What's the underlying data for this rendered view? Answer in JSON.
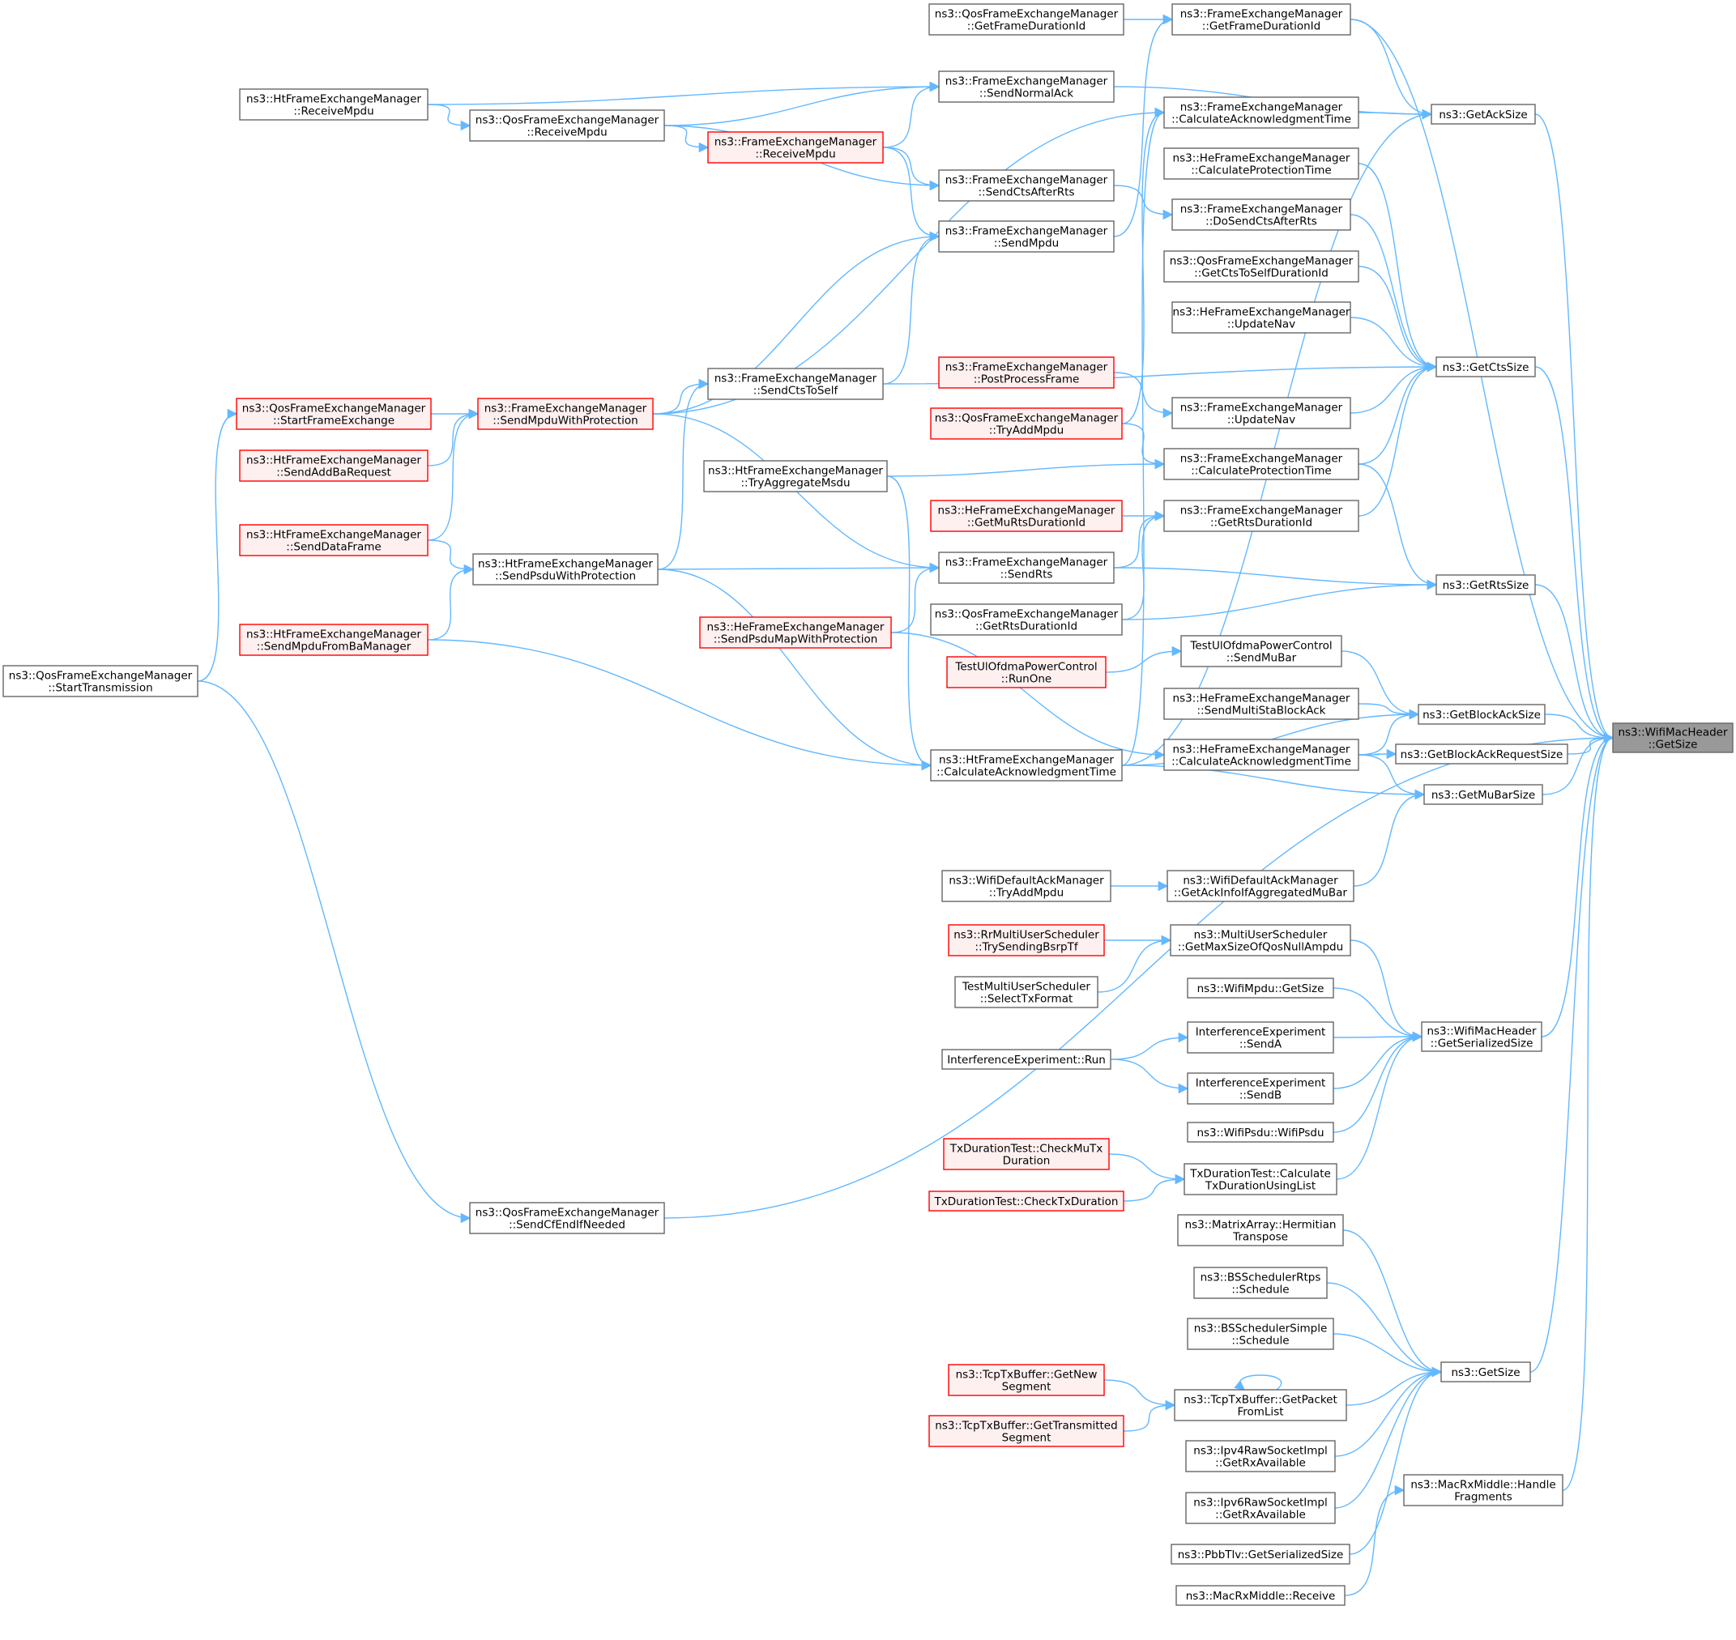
{
  "diagram": {
    "title": "",
    "colors": {
      "edge": "#63b8ff",
      "node_border": "#666666",
      "highlight_border": "#ff0000",
      "highlight_fill": "#fff0f0",
      "root_fill": "#999999"
    },
    "nodes": [
      {
        "id": "root",
        "lines": [
          "ns3::WifiMacHeader",
          "::GetSize"
        ],
        "style": "root"
      },
      {
        "id": "getAckSize",
        "lines": [
          "ns3::GetAckSize"
        ],
        "style": "normal"
      },
      {
        "id": "getCtsSize",
        "lines": [
          "ns3::GetCtsSize"
        ],
        "style": "normal"
      },
      {
        "id": "getRtsSize",
        "lines": [
          "ns3::GetRtsSize"
        ],
        "style": "normal"
      },
      {
        "id": "getBlockAckSize",
        "lines": [
          "ns3::GetBlockAckSize"
        ],
        "style": "normal"
      },
      {
        "id": "getBlockAckRequestSize",
        "lines": [
          "ns3::GetBlockAckRequestSize"
        ],
        "style": "normal"
      },
      {
        "id": "getMuBarSize",
        "lines": [
          "ns3::GetMuBarSize"
        ],
        "style": "normal"
      },
      {
        "id": "wmhSerializedSize",
        "lines": [
          "ns3::WifiMacHeader",
          "::GetSerializedSize"
        ],
        "style": "normal"
      },
      {
        "id": "getSize",
        "lines": [
          "ns3::GetSize"
        ],
        "style": "normal"
      },
      {
        "id": "macRxHandle",
        "lines": [
          "ns3::MacRxMiddle::Handle",
          "Fragments"
        ],
        "style": "normal"
      },
      {
        "id": "fem_getFrameDurationId",
        "lines": [
          "ns3::FrameExchangeManager",
          "::GetFrameDurationId"
        ],
        "style": "normal"
      },
      {
        "id": "qfem_getFrameDurationId",
        "lines": [
          "ns3::QosFrameExchangeManager",
          "::GetFrameDurationId"
        ],
        "style": "normal"
      },
      {
        "id": "fem_calcAck",
        "lines": [
          "ns3::FrameExchangeManager",
          "::CalculateAcknowledgmentTime"
        ],
        "style": "normal"
      },
      {
        "id": "hefem_calcProt",
        "lines": [
          "ns3::HeFrameExchangeManager",
          "::CalculateProtectionTime"
        ],
        "style": "normal"
      },
      {
        "id": "fem_doSendCts",
        "lines": [
          "ns3::FrameExchangeManager",
          "::DoSendCtsAfterRts"
        ],
        "style": "normal"
      },
      {
        "id": "qfem_getCtsToSelf",
        "lines": [
          "ns3::QosFrameExchangeManager",
          "::GetCtsToSelfDurationId"
        ],
        "style": "normal"
      },
      {
        "id": "hefem_updateNav",
        "lines": [
          "ns3::HeFrameExchangeManager",
          "::UpdateNav"
        ],
        "style": "normal"
      },
      {
        "id": "fem_updateNav",
        "lines": [
          "ns3::FrameExchangeManager",
          "::UpdateNav"
        ],
        "style": "normal"
      },
      {
        "id": "fem_calcProt",
        "lines": [
          "ns3::FrameExchangeManager",
          "::CalculateProtectionTime"
        ],
        "style": "normal"
      },
      {
        "id": "fem_getRtsDur",
        "lines": [
          "ns3::FrameExchangeManager",
          "::GetRtsDurationId"
        ],
        "style": "normal"
      },
      {
        "id": "tul_sendMuBar",
        "lines": [
          "TestUlOfdmaPowerControl",
          "::SendMuBar"
        ],
        "style": "normal"
      },
      {
        "id": "hefem_sendMulti",
        "lines": [
          "ns3::HeFrameExchangeManager",
          "::SendMultiStaBlockAck"
        ],
        "style": "normal"
      },
      {
        "id": "hefem_calcAck",
        "lines": [
          "ns3::HeFrameExchangeManager",
          "::CalculateAcknowledgmentTime"
        ],
        "style": "normal"
      },
      {
        "id": "wdam_getAckInfo",
        "lines": [
          "ns3::WifiDefaultAckManager",
          "::GetAckInfoIfAggregatedMuBar"
        ],
        "style": "normal"
      },
      {
        "id": "mus_getMaxSize",
        "lines": [
          "ns3::MultiUserScheduler",
          "::GetMaxSizeOfQosNullAmpdu"
        ],
        "style": "normal"
      },
      {
        "id": "wifiMpdu_getSize",
        "lines": [
          "ns3::WifiMpdu::GetSize"
        ],
        "style": "normal"
      },
      {
        "id": "ie_sendA",
        "lines": [
          "InterferenceExperiment",
          "::SendA"
        ],
        "style": "normal"
      },
      {
        "id": "ie_sendB",
        "lines": [
          "InterferenceExperiment",
          "::SendB"
        ],
        "style": "normal"
      },
      {
        "id": "wifiPsdu",
        "lines": [
          "ns3::WifiPsdu::WifiPsdu"
        ],
        "style": "normal"
      },
      {
        "id": "txd_calc",
        "lines": [
          "TxDurationTest::Calculate",
          "TxDurationUsingList"
        ],
        "style": "normal"
      },
      {
        "id": "matrix_herm",
        "lines": [
          "ns3::MatrixArray::Hermitian",
          "Transpose"
        ],
        "style": "normal"
      },
      {
        "id": "bs_rtps",
        "lines": [
          "ns3::BSSchedulerRtps",
          "::Schedule"
        ],
        "style": "normal"
      },
      {
        "id": "bs_simple",
        "lines": [
          "ns3::BSSchedulerSimple",
          "::Schedule"
        ],
        "style": "normal"
      },
      {
        "id": "tcp_getPacket",
        "lines": [
          "ns3::TcpTxBuffer::GetPacket",
          "FromList"
        ],
        "style": "normal"
      },
      {
        "id": "ipv4raw",
        "lines": [
          "ns3::Ipv4RawSocketImpl",
          "::GetRxAvailable"
        ],
        "style": "normal"
      },
      {
        "id": "ipv6raw",
        "lines": [
          "ns3::Ipv6RawSocketImpl",
          "::GetRxAvailable"
        ],
        "style": "normal"
      },
      {
        "id": "pbbtlv",
        "lines": [
          "ns3::PbbTlv::GetSerializedSize"
        ],
        "style": "normal"
      },
      {
        "id": "macRxReceive",
        "lines": [
          "ns3::MacRxMiddle::Receive"
        ],
        "style": "normal"
      },
      {
        "id": "fem_sendNormalAck",
        "lines": [
          "ns3::FrameExchangeManager",
          "::SendNormalAck"
        ],
        "style": "normal"
      },
      {
        "id": "fem_sendCtsAfterRts",
        "lines": [
          "ns3::FrameExchangeManager",
          "::SendCtsAfterRts"
        ],
        "style": "normal"
      },
      {
        "id": "fem_sendMpdu",
        "lines": [
          "ns3::FrameExchangeManager",
          "::SendMpdu"
        ],
        "style": "normal"
      },
      {
        "id": "fem_sendCtsToSelf",
        "lines": [
          "ns3::FrameExchangeManager",
          "::SendCtsToSelf"
        ],
        "style": "normal"
      },
      {
        "id": "fem_postProcess",
        "lines": [
          "ns3::FrameExchangeManager",
          "::PostProcessFrame"
        ],
        "style": "red"
      },
      {
        "id": "qfem_tryAddMpdu",
        "lines": [
          "ns3::QosFrameExchangeManager",
          "::TryAddMpdu"
        ],
        "style": "red"
      },
      {
        "id": "htfem_tryAggMsdu",
        "lines": [
          "ns3::HtFrameExchangeManager",
          "::TryAggregateMsdu"
        ],
        "style": "normal"
      },
      {
        "id": "hefem_getMuRts",
        "lines": [
          "ns3::HeFrameExchangeManager",
          "::GetMuRtsDurationId"
        ],
        "style": "red"
      },
      {
        "id": "fem_sendRts",
        "lines": [
          "ns3::FrameExchangeManager",
          "::SendRts"
        ],
        "style": "normal"
      },
      {
        "id": "qfem_getRtsDur",
        "lines": [
          "ns3::QosFrameExchangeManager",
          "::GetRtsDurationId"
        ],
        "style": "normal"
      },
      {
        "id": "hefem_sendPsduMap",
        "lines": [
          "ns3::HeFrameExchangeManager",
          "::SendPsduMapWithProtection"
        ],
        "style": "red"
      },
      {
        "id": "tul_runOne",
        "lines": [
          "TestUlOfdmaPowerControl",
          "::RunOne"
        ],
        "style": "red"
      },
      {
        "id": "htfem_calcAck",
        "lines": [
          "ns3::HtFrameExchangeManager",
          "::CalculateAcknowledgmentTime"
        ],
        "style": "normal"
      },
      {
        "id": "wdam_tryAdd",
        "lines": [
          "ns3::WifiDefaultAckManager",
          "::TryAddMpdu"
        ],
        "style": "normal"
      },
      {
        "id": "rr_trySending",
        "lines": [
          "ns3::RrMultiUserScheduler",
          "::TrySendingBsrpTf"
        ],
        "style": "red"
      },
      {
        "id": "tmus_select",
        "lines": [
          "TestMultiUserScheduler",
          "::SelectTxFormat"
        ],
        "style": "normal"
      },
      {
        "id": "ie_run",
        "lines": [
          "InterferenceExperiment::Run"
        ],
        "style": "normal"
      },
      {
        "id": "txd_checkMu",
        "lines": [
          "TxDurationTest::CheckMuTx",
          "Duration"
        ],
        "style": "red"
      },
      {
        "id": "txd_check",
        "lines": [
          "TxDurationTest::CheckTxDuration"
        ],
        "style": "red"
      },
      {
        "id": "tcp_getNew",
        "lines": [
          "ns3::TcpTxBuffer::GetNew",
          "Segment"
        ],
        "style": "red"
      },
      {
        "id": "tcp_getTrans",
        "lines": [
          "ns3::TcpTxBuffer::GetTransmitted",
          "Segment"
        ],
        "style": "red"
      },
      {
        "id": "fem_receiveMpdu",
        "lines": [
          "ns3::FrameExchangeManager",
          "::ReceiveMpdu"
        ],
        "style": "red"
      },
      {
        "id": "qfem_receiveMpdu",
        "lines": [
          "ns3::QosFrameExchangeManager",
          "::ReceiveMpdu"
        ],
        "style": "normal"
      },
      {
        "id": "htfem_receiveMpdu",
        "lines": [
          "ns3::HtFrameExchangeManager",
          "::ReceiveMpdu"
        ],
        "style": "normal"
      },
      {
        "id": "fem_sendMpduWithProt",
        "lines": [
          "ns3::FrameExchangeManager",
          "::SendMpduWithProtection"
        ],
        "style": "red"
      },
      {
        "id": "htfem_sendPsduWithProt",
        "lines": [
          "ns3::HtFrameExchangeManager",
          "::SendPsduWithProtection"
        ],
        "style": "normal"
      },
      {
        "id": "qfem_startFrameEx",
        "lines": [
          "ns3::QosFrameExchangeManager",
          "::StartFrameExchange"
        ],
        "style": "red"
      },
      {
        "id": "htfem_sendAddBa",
        "lines": [
          "ns3::HtFrameExchangeManager",
          "::SendAddBaRequest"
        ],
        "style": "red"
      },
      {
        "id": "htfem_sendDataFrame",
        "lines": [
          "ns3::HtFrameExchangeManager",
          "::SendDataFrame"
        ],
        "style": "red"
      },
      {
        "id": "htfem_sendMpduFromBa",
        "lines": [
          "ns3::HtFrameExchangeManager",
          "::SendMpduFromBaManager"
        ],
        "style": "red"
      },
      {
        "id": "qfem_startTx",
        "lines": [
          "ns3::QosFrameExchangeManager",
          "::StartTransmission"
        ],
        "style": "normal"
      },
      {
        "id": "qfem_sendCfEnd",
        "lines": [
          "ns3::QosFrameExchangeManager",
          "::SendCfEndIfNeeded"
        ],
        "style": "normal"
      }
    ],
    "edges": [
      [
        "getAckSize",
        "root"
      ],
      [
        "getCtsSize",
        "root"
      ],
      [
        "getRtsSize",
        "root"
      ],
      [
        "getBlockAckSize",
        "root"
      ],
      [
        "getBlockAckRequestSize",
        "root"
      ],
      [
        "getMuBarSize",
        "root"
      ],
      [
        "wmhSerializedSize",
        "root"
      ],
      [
        "getSize",
        "root"
      ],
      [
        "macRxHandle",
        "root"
      ],
      [
        "fem_getFrameDurationId",
        "root"
      ],
      [
        "qfem_sendCfEnd",
        "root"
      ],
      [
        "fem_getFrameDurationId",
        "getAckSize"
      ],
      [
        "fem_sendNormalAck",
        "getAckSize"
      ],
      [
        "fem_calcAck",
        "getAckSize"
      ],
      [
        "htfem_calcAck",
        "getAckSize"
      ],
      [
        "hefem_calcProt",
        "getCtsSize"
      ],
      [
        "fem_doSendCts",
        "getCtsSize"
      ],
      [
        "qfem_getCtsToSelf",
        "getCtsSize"
      ],
      [
        "hefem_updateNav",
        "getCtsSize"
      ],
      [
        "fem_sendCtsToSelf",
        "getCtsSize"
      ],
      [
        "fem_updateNav",
        "getCtsSize"
      ],
      [
        "fem_calcProt",
        "getCtsSize"
      ],
      [
        "fem_getRtsDur",
        "getCtsSize"
      ],
      [
        "fem_calcProt",
        "getRtsSize"
      ],
      [
        "fem_sendRts",
        "getRtsSize"
      ],
      [
        "qfem_getRtsDur",
        "getRtsSize"
      ],
      [
        "tul_sendMuBar",
        "getBlockAckSize"
      ],
      [
        "hefem_sendMulti",
        "getBlockAckSize"
      ],
      [
        "hefem_calcAck",
        "getBlockAckSize"
      ],
      [
        "htfem_calcAck",
        "getBlockAckSize"
      ],
      [
        "hefem_calcAck",
        "getBlockAckRequestSize"
      ],
      [
        "hefem_calcAck",
        "getMuBarSize"
      ],
      [
        "wdam_getAckInfo",
        "getMuBarSize"
      ],
      [
        "htfem_calcAck",
        "getMuBarSize"
      ],
      [
        "mus_getMaxSize",
        "wmhSerializedSize"
      ],
      [
        "wifiMpdu_getSize",
        "wmhSerializedSize"
      ],
      [
        "ie_sendA",
        "wmhSerializedSize"
      ],
      [
        "ie_sendB",
        "wmhSerializedSize"
      ],
      [
        "wifiPsdu",
        "wmhSerializedSize"
      ],
      [
        "txd_calc",
        "wmhSerializedSize"
      ],
      [
        "matrix_herm",
        "getSize"
      ],
      [
        "bs_rtps",
        "getSize"
      ],
      [
        "bs_simple",
        "getSize"
      ],
      [
        "tcp_getPacket",
        "getSize"
      ],
      [
        "ipv4raw",
        "getSize"
      ],
      [
        "ipv6raw",
        "getSize"
      ],
      [
        "pbbtlv",
        "getSize"
      ],
      [
        "macRxReceive",
        "macRxHandle"
      ],
      [
        "qfem_getFrameDurationId",
        "fem_getFrameDurationId"
      ],
      [
        "fem_sendMpdu",
        "fem_getFrameDurationId"
      ],
      [
        "fem_receiveMpdu",
        "fem_sendNormalAck"
      ],
      [
        "htfem_receiveMpdu",
        "fem_sendNormalAck"
      ],
      [
        "qfem_receiveMpdu",
        "fem_sendNormalAck"
      ],
      [
        "qfem_receiveMpdu",
        "fem_receiveMpdu"
      ],
      [
        "htfem_receiveMpdu",
        "qfem_receiveMpdu"
      ],
      [
        "fem_receiveMpdu",
        "fem_sendCtsAfterRts"
      ],
      [
        "qfem_receiveMpdu",
        "fem_sendCtsAfterRts"
      ],
      [
        "fem_sendCtsAfterRts",
        "fem_doSendCts"
      ],
      [
        "fem_receiveMpdu",
        "fem_sendMpdu"
      ],
      [
        "fem_sendMpduWithProt",
        "fem_sendMpdu"
      ],
      [
        "fem_sendCtsToSelf",
        "fem_sendMpdu"
      ],
      [
        "fem_sendMpduWithProt",
        "fem_calcAck"
      ],
      [
        "qfem_tryAddMpdu",
        "fem_calcAck"
      ],
      [
        "htfem_calcAck",
        "fem_calcAck"
      ],
      [
        "fem_postProcess",
        "fem_updateNav"
      ],
      [
        "qfem_tryAddMpdu",
        "fem_calcProt"
      ],
      [
        "htfem_tryAggMsdu",
        "fem_calcProt"
      ],
      [
        "hefem_getMuRts",
        "fem_getRtsDur"
      ],
      [
        "fem_sendRts",
        "fem_getRtsDur"
      ],
      [
        "qfem_getRtsDur",
        "fem_getRtsDur"
      ],
      [
        "tul_runOne",
        "tul_sendMuBar"
      ],
      [
        "hefem_sendPsduMap",
        "hefem_calcAck"
      ],
      [
        "wdam_tryAdd",
        "wdam_getAckInfo"
      ],
      [
        "rr_trySending",
        "mus_getMaxSize"
      ],
      [
        "tmus_select",
        "mus_getMaxSize"
      ],
      [
        "ie_run",
        "ie_sendA"
      ],
      [
        "ie_run",
        "ie_sendB"
      ],
      [
        "txd_checkMu",
        "txd_calc"
      ],
      [
        "txd_check",
        "txd_calc"
      ],
      [
        "tcp_getNew",
        "tcp_getPacket"
      ],
      [
        "tcp_getTrans",
        "tcp_getPacket"
      ],
      [
        "tcp_getPacket",
        "tcp_getPacket"
      ],
      [
        "fem_sendMpduWithProt",
        "fem_sendCtsToSelf"
      ],
      [
        "htfem_sendPsduWithProt",
        "fem_sendCtsToSelf"
      ],
      [
        "fem_sendMpduWithProt",
        "fem_sendRts"
      ],
      [
        "htfem_sendPsduWithProt",
        "fem_sendRts"
      ],
      [
        "hefem_sendPsduMap",
        "fem_sendRts"
      ],
      [
        "htfem_tryAggMsdu",
        "htfem_calcAck"
      ],
      [
        "htfem_sendPsduWithProt",
        "htfem_calcAck"
      ],
      [
        "htfem_sendMpduFromBa",
        "htfem_calcAck"
      ],
      [
        "qfem_startFrameEx",
        "fem_sendMpduWithProt"
      ],
      [
        "htfem_sendAddBa",
        "fem_sendMpduWithProt"
      ],
      [
        "htfem_sendDataFrame",
        "fem_sendMpduWithProt"
      ],
      [
        "htfem_sendDataFrame",
        "htfem_sendPsduWithProt"
      ],
      [
        "htfem_sendMpduFromBa",
        "htfem_sendPsduWithProt"
      ],
      [
        "qfem_startTx",
        "qfem_startFrameEx"
      ],
      [
        "qfem_startTx",
        "qfem_sendCfEnd"
      ]
    ]
  }
}
